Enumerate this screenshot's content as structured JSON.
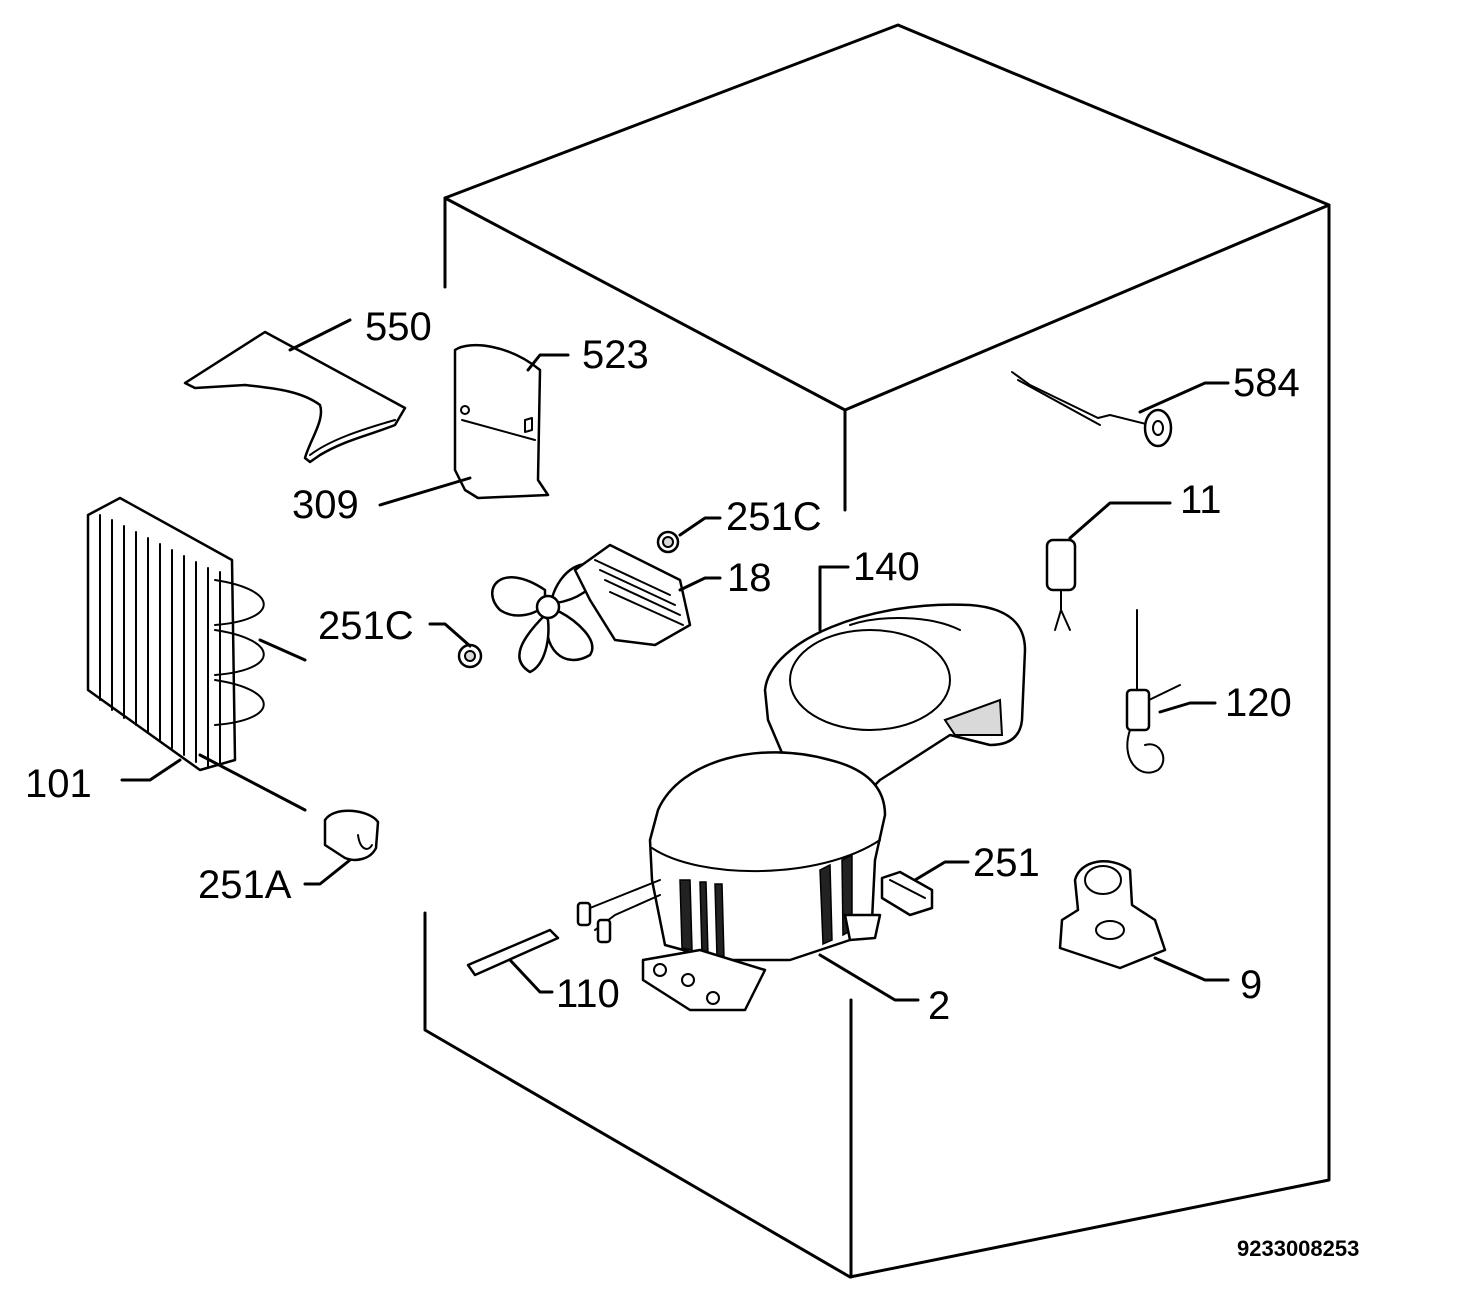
{
  "diagram": {
    "drawing_number": "9233008253",
    "callouts": {
      "c550": "550",
      "c523": "523",
      "c309": "309",
      "c584": "584",
      "c251c_top": "251C",
      "c11": "11",
      "c18": "18",
      "c140": "140",
      "c251c_left": "251C",
      "c120": "120",
      "c101": "101",
      "c251": "251",
      "c251a": "251A",
      "c110": "110",
      "c2": "2",
      "c9": "9"
    }
  }
}
